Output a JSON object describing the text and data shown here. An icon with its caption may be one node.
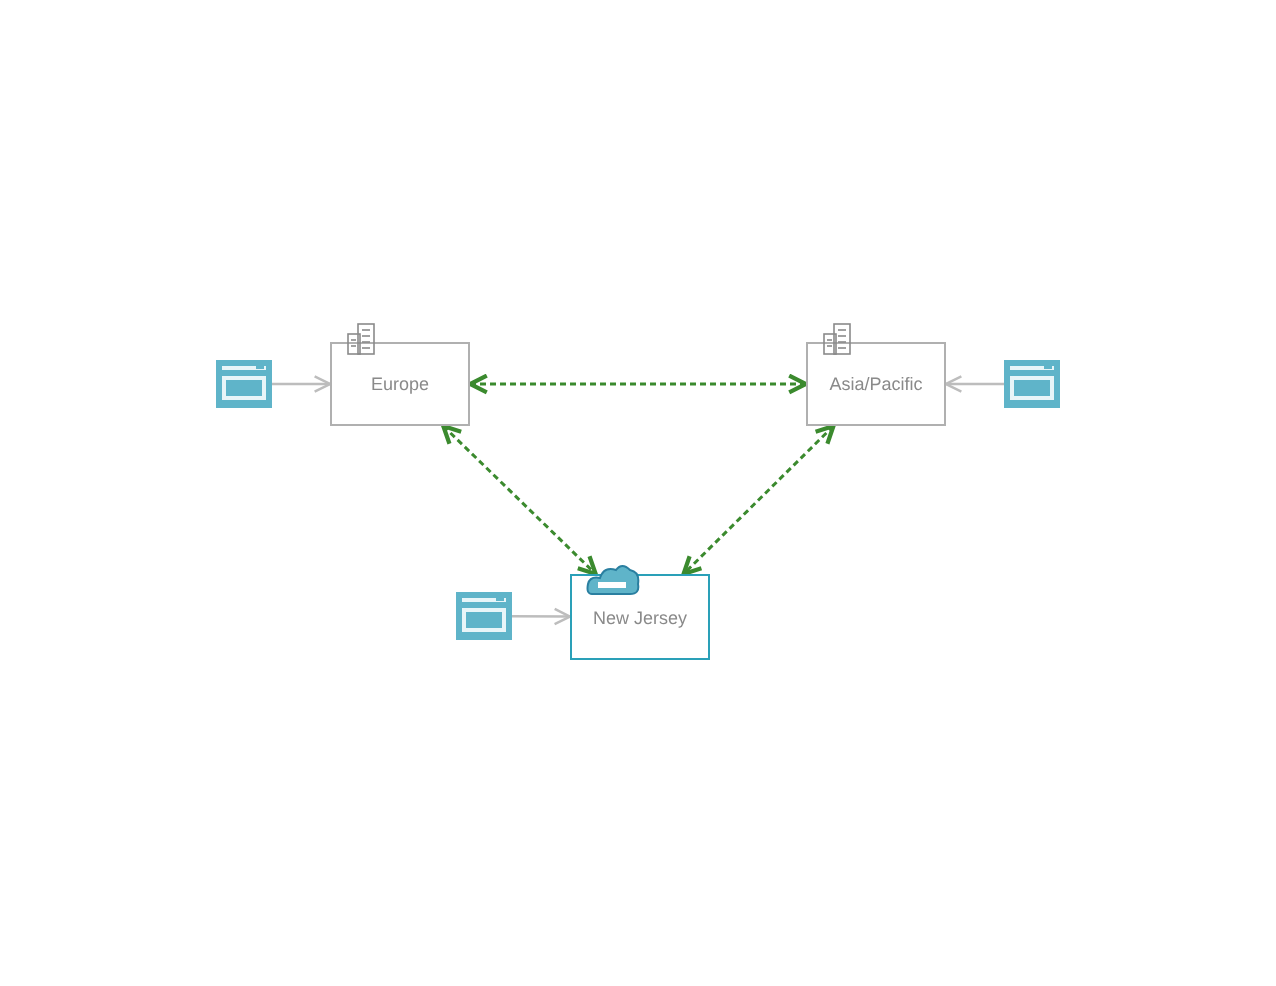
{
  "diagram": {
    "nodes": [
      {
        "text": [
          "Europe"
        ]
      },
      {
        "text": [
          "Asia/Pacific"
        ]
      },
      {
        "text": [
          "New Jersey"
        ]
      },
      {
        "text": [],
        "shape": "box"
      },
      {
        "text": [],
        "shape": "box"
      },
      {
        "text": [],
        "shape": "box"
      }
    ],
    "edges": [
      {
        "from": 3,
        "to": 0,
        "arrow": "to"
      },
      {
        "from": 4,
        "to": 1,
        "arrow": "to"
      },
      {
        "from": 5,
        "to": 2,
        "arrow": "to"
      },
      {
        "from": 0,
        "to": 1,
        "arrow": "both",
        "style": "dashed",
        "color": "#3b8a2e"
      },
      {
        "from": 0,
        "to": 2,
        "arrow": "both",
        "style": "dashed",
        "color": "#3b8a2e"
      },
      {
        "from": 1,
        "to": 2,
        "arrow": "both",
        "style": "dashed",
        "color": "#3b8a2e"
      }
    ]
  }
}
